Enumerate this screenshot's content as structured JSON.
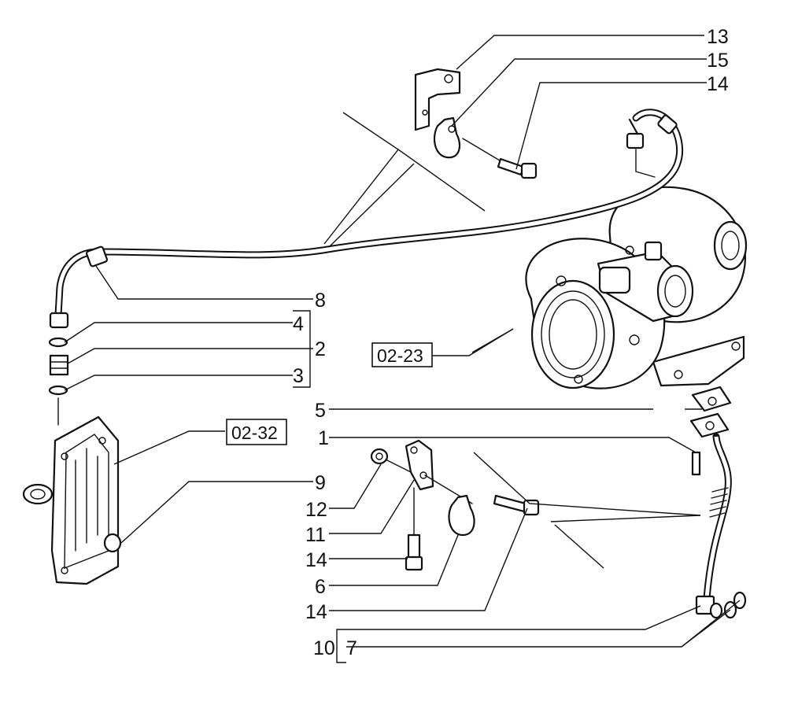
{
  "callouts": {
    "c13": "13",
    "c15": "15",
    "c14_top": "14",
    "c8": "8",
    "c4": "4",
    "c2": "2",
    "c3": "3",
    "c5": "5",
    "c1": "1",
    "c9": "9",
    "c12": "12",
    "c11": "11",
    "c14_mid": "14",
    "c6": "6",
    "c14_low": "14",
    "c10": "10",
    "c7": "7"
  },
  "references": {
    "turbocharger": "02-23",
    "cover": "02-32"
  },
  "colors": {
    "line": "#111111",
    "background": "#ffffff"
  }
}
